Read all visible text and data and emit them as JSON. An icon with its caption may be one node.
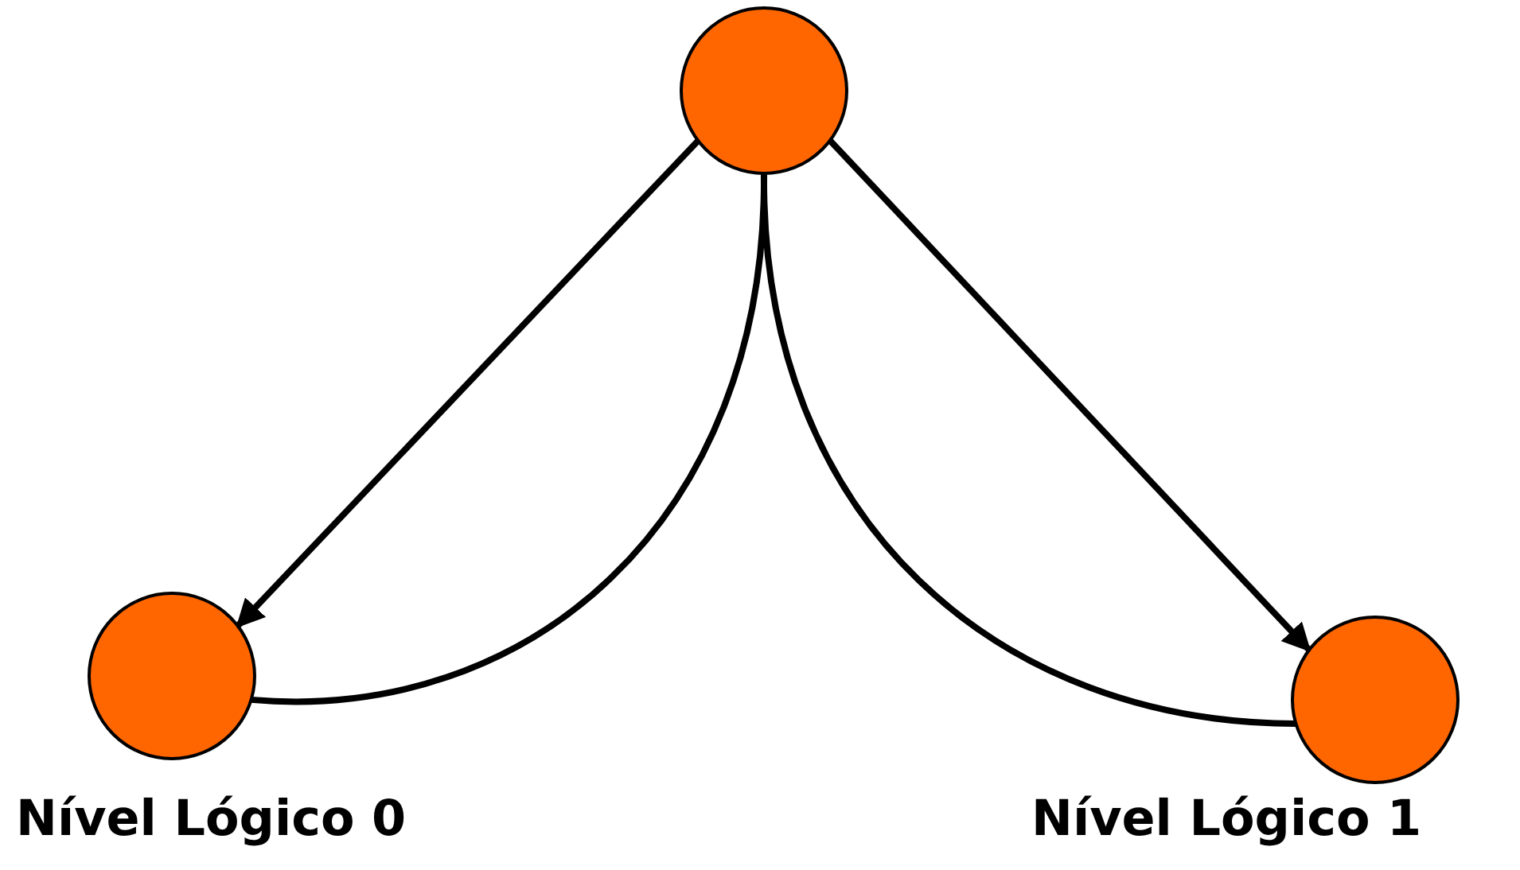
{
  "diagram": {
    "nodes": [
      {
        "text": [],
        "shape": "circle"
      },
      {
        "text": [],
        "shape": "circle",
        "beside": [
          "Nível Lógico 0"
        ]
      },
      {
        "text": [],
        "shape": "circle",
        "beside": [
          "Nível Lógico 1"
        ]
      }
    ],
    "edges": [
      {
        "from": 0,
        "to": 1,
        "arrow": "to"
      },
      {
        "from": 0,
        "to": 2,
        "arrow": "to"
      },
      {
        "from": 0,
        "to": 1,
        "arrow": "none"
      },
      {
        "from": 0,
        "to": 2,
        "arrow": "none"
      }
    ]
  }
}
